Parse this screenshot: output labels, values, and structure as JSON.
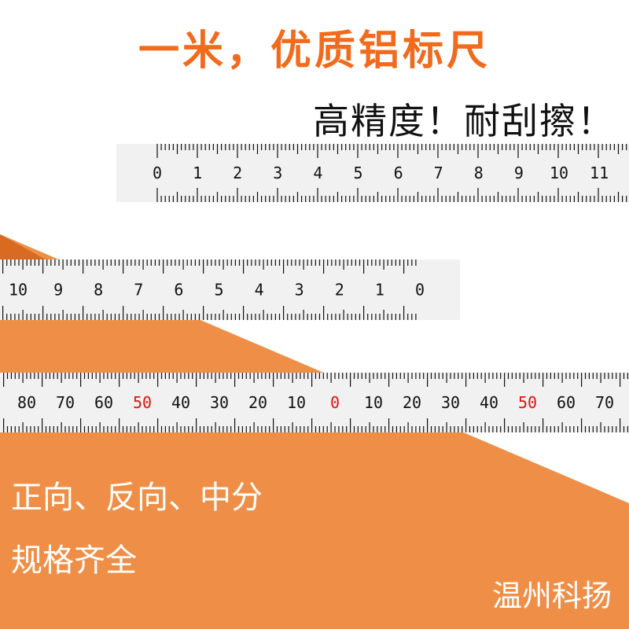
{
  "headline": "一米，优质铝标尺",
  "tagline": "高精度！耐刮擦！",
  "rulers": [
    {
      "name": "forward",
      "labels": [
        "0",
        "1",
        "2",
        "3",
        "4",
        "5",
        "6",
        "7",
        "8",
        "9",
        "10",
        "11"
      ],
      "red_labels": []
    },
    {
      "name": "reverse",
      "labels": [
        "10",
        "9",
        "8",
        "7",
        "6",
        "5",
        "4",
        "3",
        "2",
        "1",
        "0"
      ],
      "red_labels": []
    },
    {
      "name": "center",
      "labels": [
        "80",
        "70",
        "60",
        "50",
        "40",
        "30",
        "20",
        "10",
        "0",
        "10",
        "20",
        "30",
        "40",
        "50",
        "60",
        "70"
      ],
      "red_labels": [
        3,
        8,
        13
      ]
    }
  ],
  "features": {
    "line1": "正向、反向、中分",
    "line2": "规格齐全"
  },
  "brand": "温州科扬",
  "colors": {
    "accent": "#f26a1b",
    "background_orange": "#ef8f47",
    "dark_orange": "#d96a22",
    "ruler": "#f1f1f1",
    "red_label": "#e0120c"
  }
}
